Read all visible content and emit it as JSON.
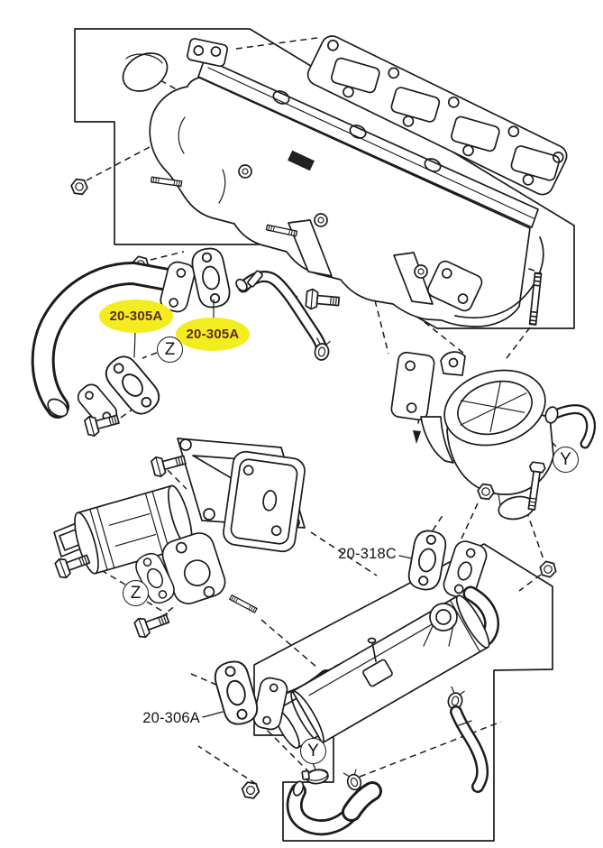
{
  "diagram": {
    "type": "exploded-parts-diagram",
    "colors": {
      "bg": "#ffffff",
      "line": "#1c1c1c",
      "hl": "#f3ec1e",
      "hl-text": "#5c2b26",
      "label-text": "#141414"
    },
    "part_labels": [
      {
        "text": "20-305A",
        "highlighted": true,
        "points_to": "egr-pipe-gasket-lower"
      },
      {
        "text": "20-305A",
        "highlighted": true,
        "points_to": "egr-pipe-gasket-upper"
      },
      {
        "text": "20-318C",
        "highlighted": false,
        "points_to": "cooler-inlet-gasket"
      },
      {
        "text": "20-306A",
        "highlighted": false,
        "points_to": "cooler-outlet-gasket"
      }
    ],
    "view_markers": [
      {
        "letter": "Z"
      },
      {
        "letter": "Z"
      },
      {
        "letter": "Y"
      },
      {
        "letter": "Y"
      }
    ]
  }
}
